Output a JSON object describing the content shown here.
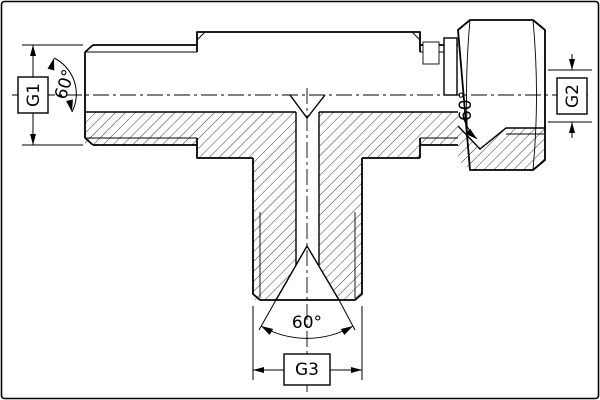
{
  "drawing": {
    "labels": {
      "g1": "G1",
      "g2": "G2",
      "g3": "G3",
      "angle_left": "60°",
      "angle_right": "60°",
      "angle_bottom": "60°"
    },
    "colors": {
      "line": "#000000",
      "background": "#ffffff"
    }
  }
}
